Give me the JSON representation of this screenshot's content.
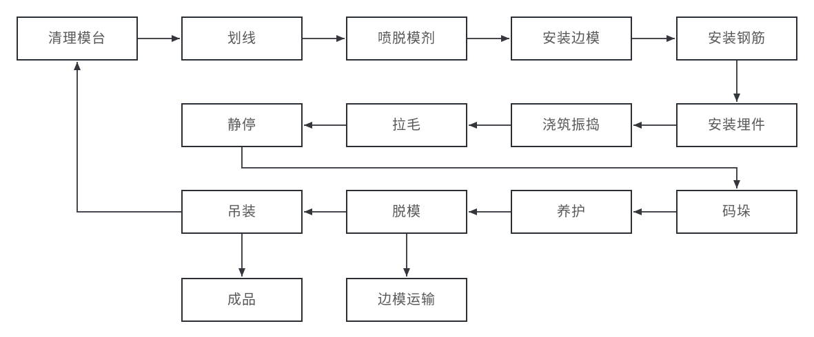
{
  "diagram": {
    "title": "precast-concrete-production-flowchart",
    "colors": {
      "background": "#ffffff",
      "node_fill": "#ffffff",
      "node_border": "#2a2e35",
      "edge_line": "#44474c",
      "node_text": "#595959"
    },
    "nodes": [
      {
        "id": "clean-mold-table",
        "label": "清理模台"
      },
      {
        "id": "line-marking",
        "label": "划线"
      },
      {
        "id": "spray-release-agent",
        "label": "喷脱模剂"
      },
      {
        "id": "install-side-molds",
        "label": "安装边模"
      },
      {
        "id": "install-rebar",
        "label": "安装钢筋"
      },
      {
        "id": "static-rest",
        "label": "静停"
      },
      {
        "id": "roughening",
        "label": "拉毛"
      },
      {
        "id": "pour-and-vibrate",
        "label": "浇筑振捣"
      },
      {
        "id": "install-embedded-parts",
        "label": "安装埋件"
      },
      {
        "id": "hoisting",
        "label": "吊装"
      },
      {
        "id": "demolding",
        "label": "脱模"
      },
      {
        "id": "curing",
        "label": "养护"
      },
      {
        "id": "stacking",
        "label": "码垛"
      },
      {
        "id": "finished-product",
        "label": "成品"
      },
      {
        "id": "side-mold-transport",
        "label": "边模运输"
      }
    ],
    "edges": [
      {
        "from": "清理模台",
        "to": "划线"
      },
      {
        "from": "划线",
        "to": "喷脱模剂"
      },
      {
        "from": "喷脱模剂",
        "to": "安装边模"
      },
      {
        "from": "安装边模",
        "to": "安装钢筋"
      },
      {
        "from": "安装钢筋",
        "to": "安装埋件"
      },
      {
        "from": "安装埋件",
        "to": "浇筑振捣"
      },
      {
        "from": "浇筑振捣",
        "to": "拉毛"
      },
      {
        "from": "拉毛",
        "to": "静停"
      },
      {
        "from": "静停",
        "to": "码垛"
      },
      {
        "from": "码垛",
        "to": "养护"
      },
      {
        "from": "养护",
        "to": "脱模"
      },
      {
        "from": "脱模",
        "to": "吊装"
      },
      {
        "from": "吊装",
        "to": "清理模台"
      },
      {
        "from": "吊装",
        "to": "成品"
      },
      {
        "from": "脱模",
        "to": "边模运输"
      }
    ]
  }
}
